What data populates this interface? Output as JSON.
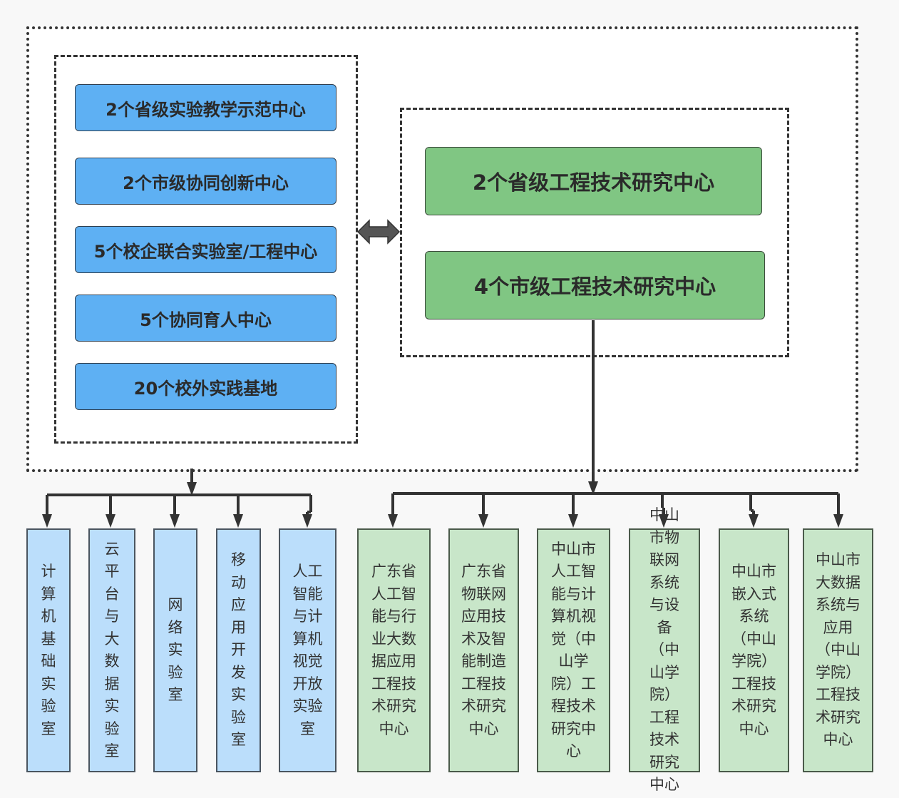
{
  "left_group": {
    "items": [
      {
        "label": "2个省级实验教学示范中心"
      },
      {
        "label": "2个市级协同创新中心"
      },
      {
        "label": "5个校企联合实验室/工程中心"
      },
      {
        "label": "5个协同育人中心"
      },
      {
        "label": "20个校外实践基地"
      }
    ]
  },
  "right_group": {
    "items": [
      {
        "label": "2个省级工程技术研究中心"
      },
      {
        "label": "4个市级工程技术研究中心"
      }
    ]
  },
  "labs": [
    {
      "label": "计算机基础实验室"
    },
    {
      "label": "云平台与大数据实验室"
    },
    {
      "label": "网络实验室"
    },
    {
      "label": "移动应用开发实验室"
    },
    {
      "label": "人工智能与计算机视觉开放实验室"
    }
  ],
  "research_centers": [
    {
      "label": "广东省人工智能与行业大数据应用工程技术研究中心"
    },
    {
      "label": "广东省物联网应用技术及智能制造工程技术研究中心"
    },
    {
      "label": "中山市人工智能与计算机视觉（中山学院）工程技术研究中心"
    },
    {
      "label": "中山市物联网系统与设备（中山学院）工程技术研究中心"
    },
    {
      "label": "中山市嵌入式系统（中山学院）工程技术研究中心"
    },
    {
      "label": "中山市大数据系统与应用（中山学院）工程技术研究中心"
    }
  ],
  "colors": {
    "blue_primary": "#5eb0f3",
    "blue_light": "#bbdefb",
    "green_primary": "#80c683",
    "green_light": "#c8e6c9",
    "line": "#333333"
  }
}
